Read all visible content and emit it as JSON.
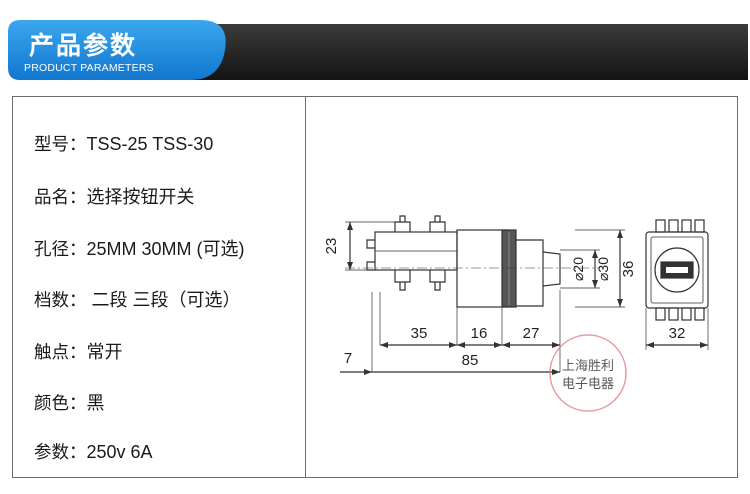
{
  "header": {
    "title": "产品参数",
    "subtitle": "PRODUCT PARAMETERS"
  },
  "specs": [
    {
      "label": "型号：",
      "value": "TSS-25  TSS-30"
    },
    {
      "label": "品名：",
      "value": "选择按钮开关"
    },
    {
      "label": "孔径：",
      "value": "25MM  30MM (可选)"
    },
    {
      "label": "档数：",
      "value": " 二段  三段（可选）"
    },
    {
      "label": "触点：",
      "value": "常开"
    },
    {
      "label": "颜色：",
      "value": "黑"
    },
    {
      "label": "参数：",
      "value": "250v 6A"
    }
  ],
  "drawing": {
    "dim_height_side": "23",
    "dim_pin_offset": "7",
    "dim_rear": "35",
    "dim_ring": "16",
    "dim_knob": "27",
    "dim_total": "85",
    "dim_inner_dia": "⌀20",
    "dim_outer_dia": "⌀30",
    "dim_front_height": "36",
    "dim_front_width": "32"
  },
  "watermark": {
    "line1": "上海胜利",
    "line2": "电子电器"
  },
  "colors": {
    "banner_blue": "#1e8ce0",
    "banner_dark": "#262626",
    "watermark": "#e07a80"
  }
}
